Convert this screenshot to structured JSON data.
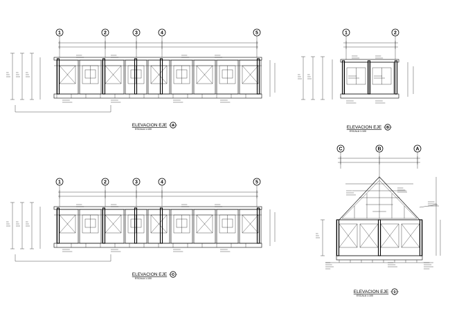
{
  "sheet": {
    "elevations": [
      {
        "id": "A",
        "title": "ELEVACION  EJE",
        "mark": "A",
        "scale": "ESCALA  1:100",
        "axes": [
          "1",
          "2",
          "3",
          "4",
          "5"
        ]
      },
      {
        "id": "B",
        "title": "ELEVACION  EJE",
        "mark": "B",
        "scale": "ESCALA  1:100",
        "axes": [
          "1",
          "2"
        ]
      },
      {
        "id": "C",
        "title": "ELEVACION  EJE",
        "mark": "C",
        "scale": "ESCALA  1:100",
        "axes": [
          "1",
          "2",
          "3",
          "4",
          "5"
        ]
      },
      {
        "id": "D",
        "title": "ELEVACION  EJE",
        "mark": "1",
        "scale": "ESCALA  1:100",
        "axes": [
          "C",
          "B",
          "A"
        ]
      }
    ]
  }
}
